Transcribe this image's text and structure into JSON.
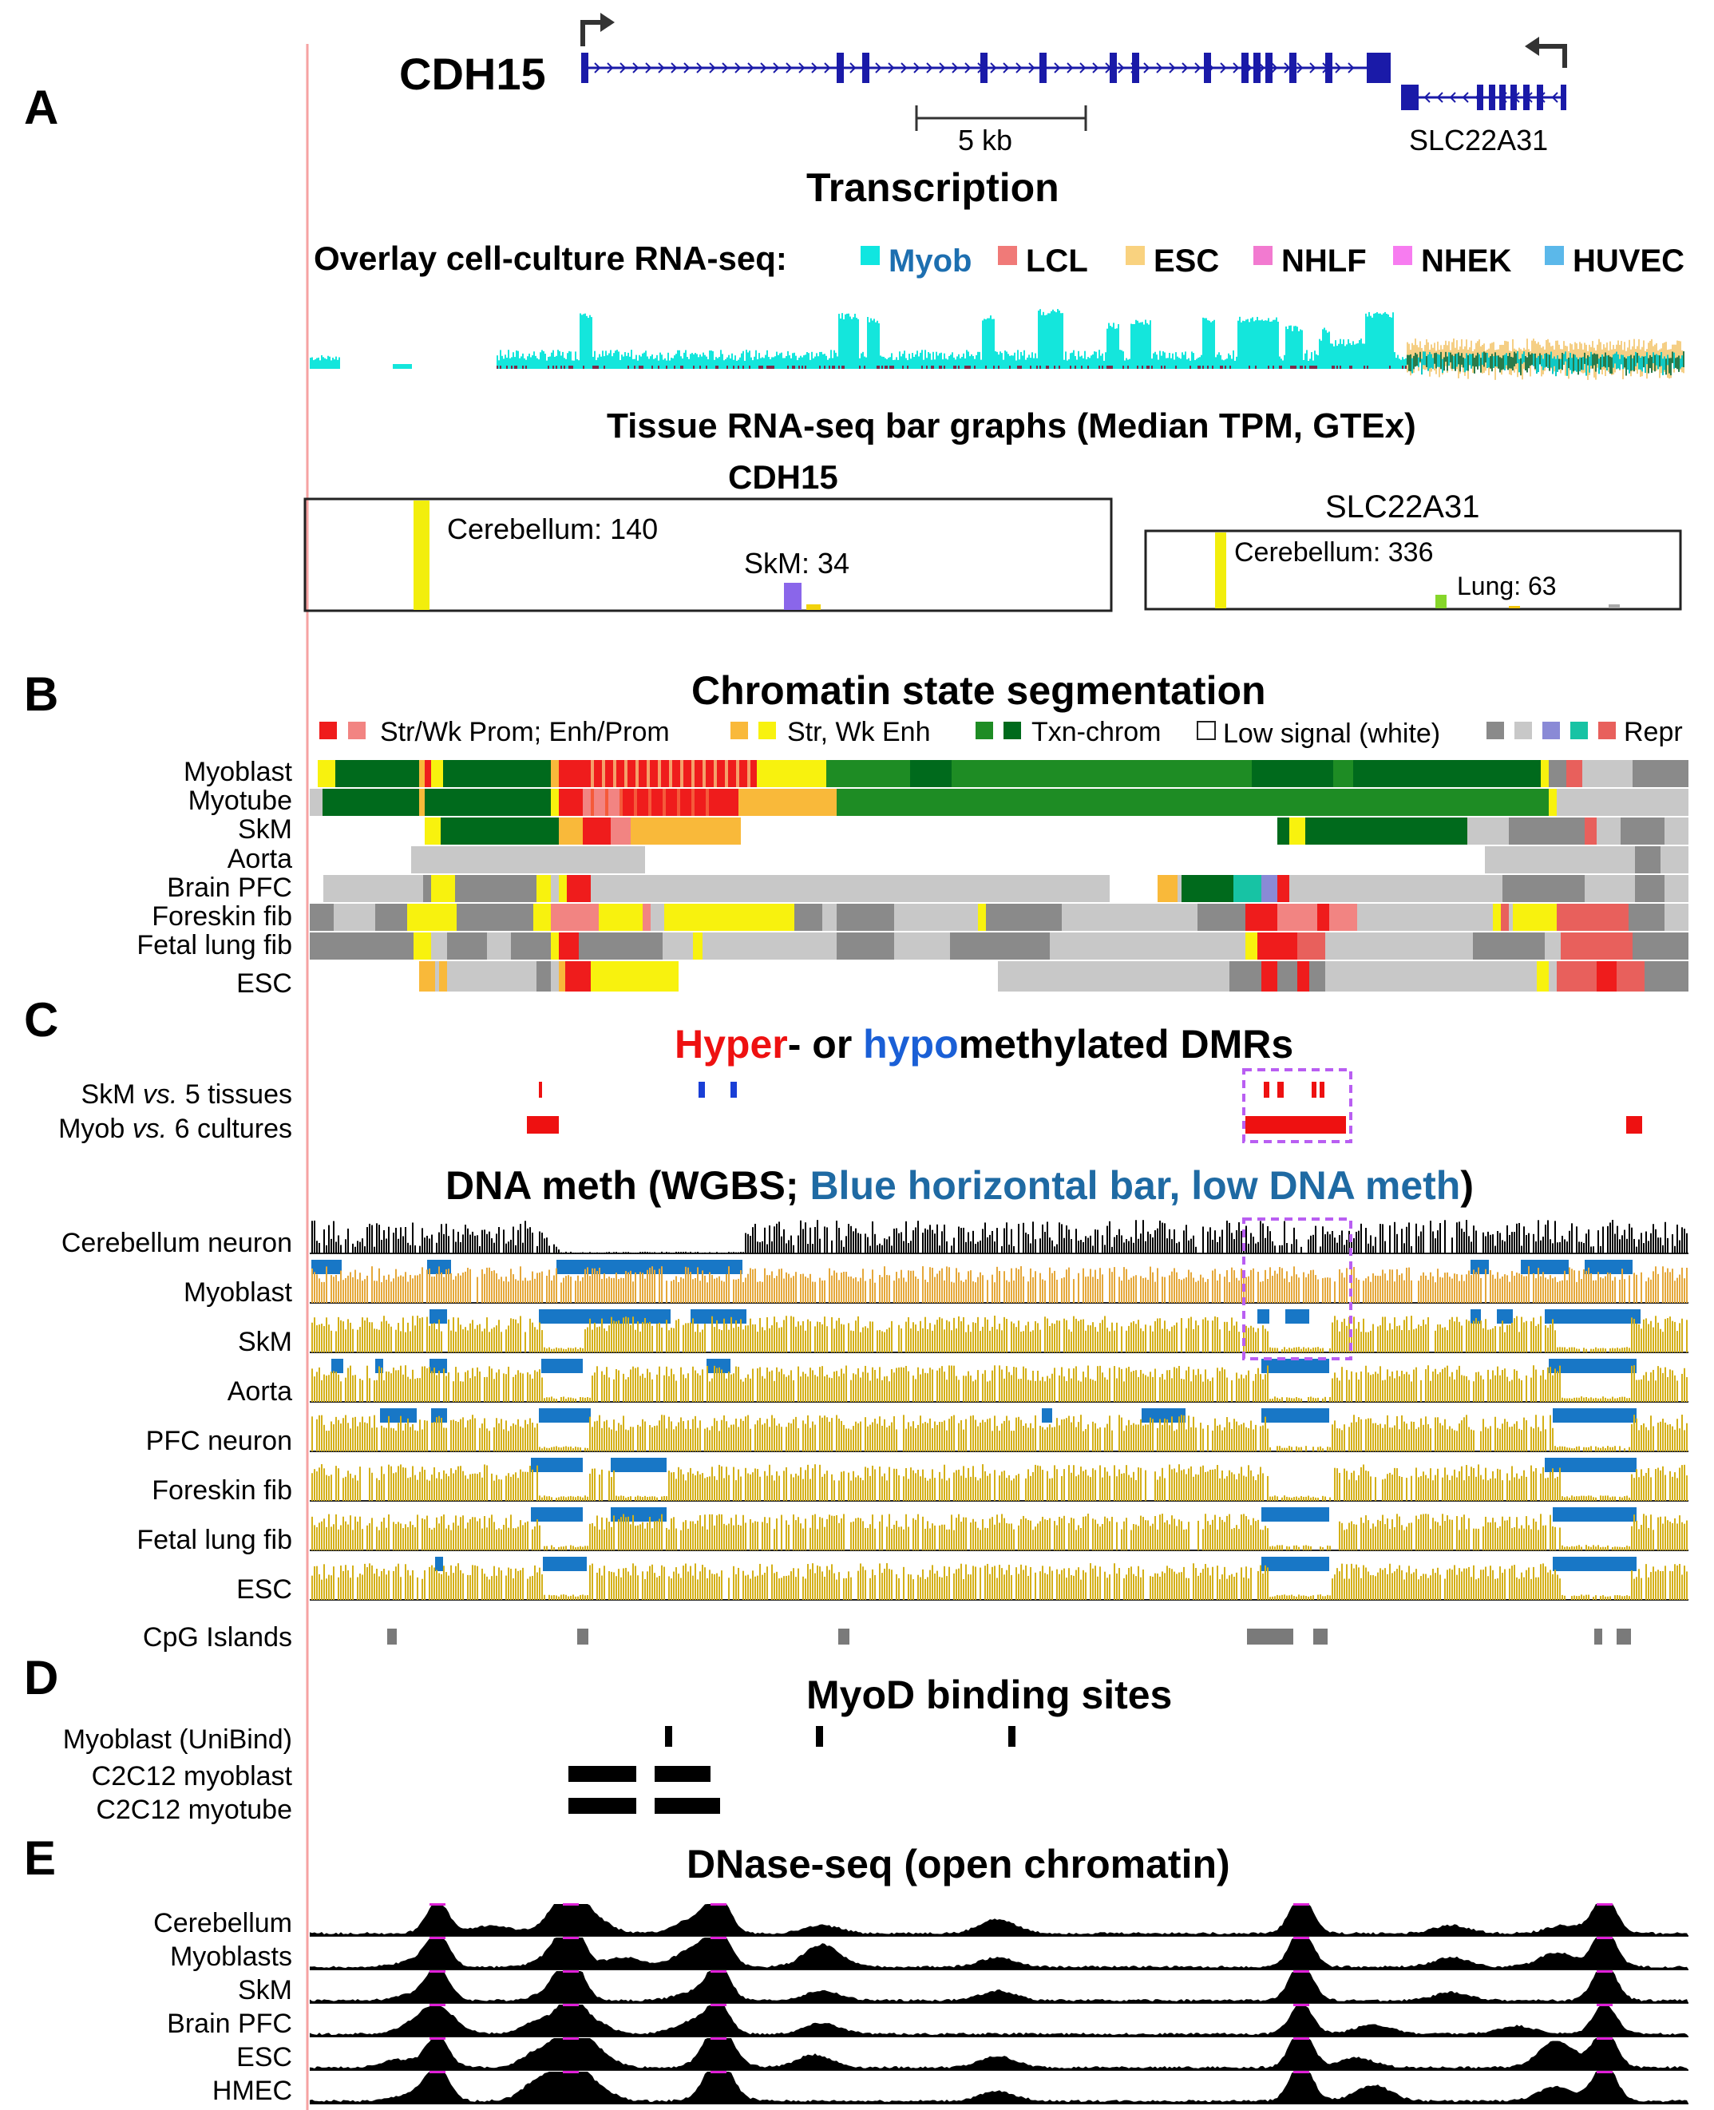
{
  "panels": {
    "a": "A",
    "b": "B",
    "c": "C",
    "d": "D",
    "e": "E"
  },
  "gene": {
    "name": "CDH15",
    "neighbor": "SLC22A31",
    "scale_label": "5 kb"
  },
  "transcription": {
    "title": "Transcription",
    "overlay_label": "Overlay cell-culture RNA-seq:",
    "legend": [
      {
        "name": "Myob",
        "color": "#10e6e0",
        "text_color": "#1d6fb0"
      },
      {
        "name": "LCL",
        "color": "#f07a78",
        "text_color": "#000000"
      },
      {
        "name": "ESC",
        "color": "#f9d27f",
        "text_color": "#000000"
      },
      {
        "name": "NHLF",
        "color": "#f27ad0",
        "text_color": "#000000"
      },
      {
        "name": "NHEK",
        "color": "#f77cf0",
        "text_color": "#000000"
      },
      {
        "name": "HUVEC",
        "color": "#5bb8ea",
        "text_color": "#000000"
      }
    ]
  },
  "gtex": {
    "title": "Tissue RNA-seq bar graphs (Median TPM, GTEx)",
    "cdh15_title": "CDH15",
    "slc_title": "SLC22A31",
    "cdh15_labels": {
      "cerebellum": "Cerebellum: 140",
      "skm": "SkM: 34"
    },
    "slc_labels": {
      "cerebellum": "Cerebellum: 336",
      "lung": "Lung: 63"
    }
  },
  "chromatin": {
    "title": "Chromatin state segmentation",
    "legend": {
      "prom": "Str/Wk Prom; Enh/Prom",
      "enh": "Str, Wk Enh",
      "txn": "Txn-chrom",
      "low": "Low signal (white)",
      "repr": "Repr"
    },
    "rows": [
      "Myoblast",
      "Myotube",
      "SkM",
      "Aorta",
      "Brain PFC",
      "Foreskin fib",
      "Fetal lung fib",
      "ESC"
    ],
    "colors": {
      "str_prom": "#ef1c1c",
      "wk_prom": "#f28482",
      "str_enh": "#f9b93a",
      "wk_enh": "#f8f20e",
      "txn_dark": "#006a1c",
      "txn": "#1e8c24",
      "low": "#ffffff",
      "repr1": "#8a8a8a",
      "repr2": "#c8c8c8",
      "repr3": "#8a8ad6",
      "repr4": "#17c3a4",
      "repr5": "#e8605c"
    }
  },
  "dmr": {
    "title_hyper": "Hyper",
    "title_dash": "- or ",
    "title_hypo": "hypo",
    "title_rest": "methylated DMRs",
    "rows": [
      "SkM vs. 5 tissues",
      "Myob vs. 6 cultures"
    ],
    "skm_prefix": "SkM ",
    "vs": "vs.",
    "skm_suffix": " 5 tissues",
    "myob_prefix": "Myob ",
    "myob_suffix": " 6 cultures"
  },
  "wgbs": {
    "title_a": "DNA meth (WGBS; ",
    "title_b": "Blue horizontal bar, low DNA meth",
    "title_c": ")",
    "rows": [
      "Cerebellum neuron",
      "Myoblast",
      "SkM",
      "Aorta",
      "PFC neuron",
      "Foreskin fib",
      "Fetal lung fib",
      "ESC"
    ],
    "cpg_label": "CpG Islands"
  },
  "myod": {
    "title": "MyoD binding sites",
    "rows": [
      "Myoblast (UniBind)",
      "C2C12 myoblast",
      "C2C12 myotube"
    ]
  },
  "dnase": {
    "title": "DNase-seq (open chromatin)",
    "rows": [
      "Cerebellum",
      "Myoblasts",
      "SkM",
      "Brain PFC",
      "ESC",
      "HMEC"
    ]
  }
}
